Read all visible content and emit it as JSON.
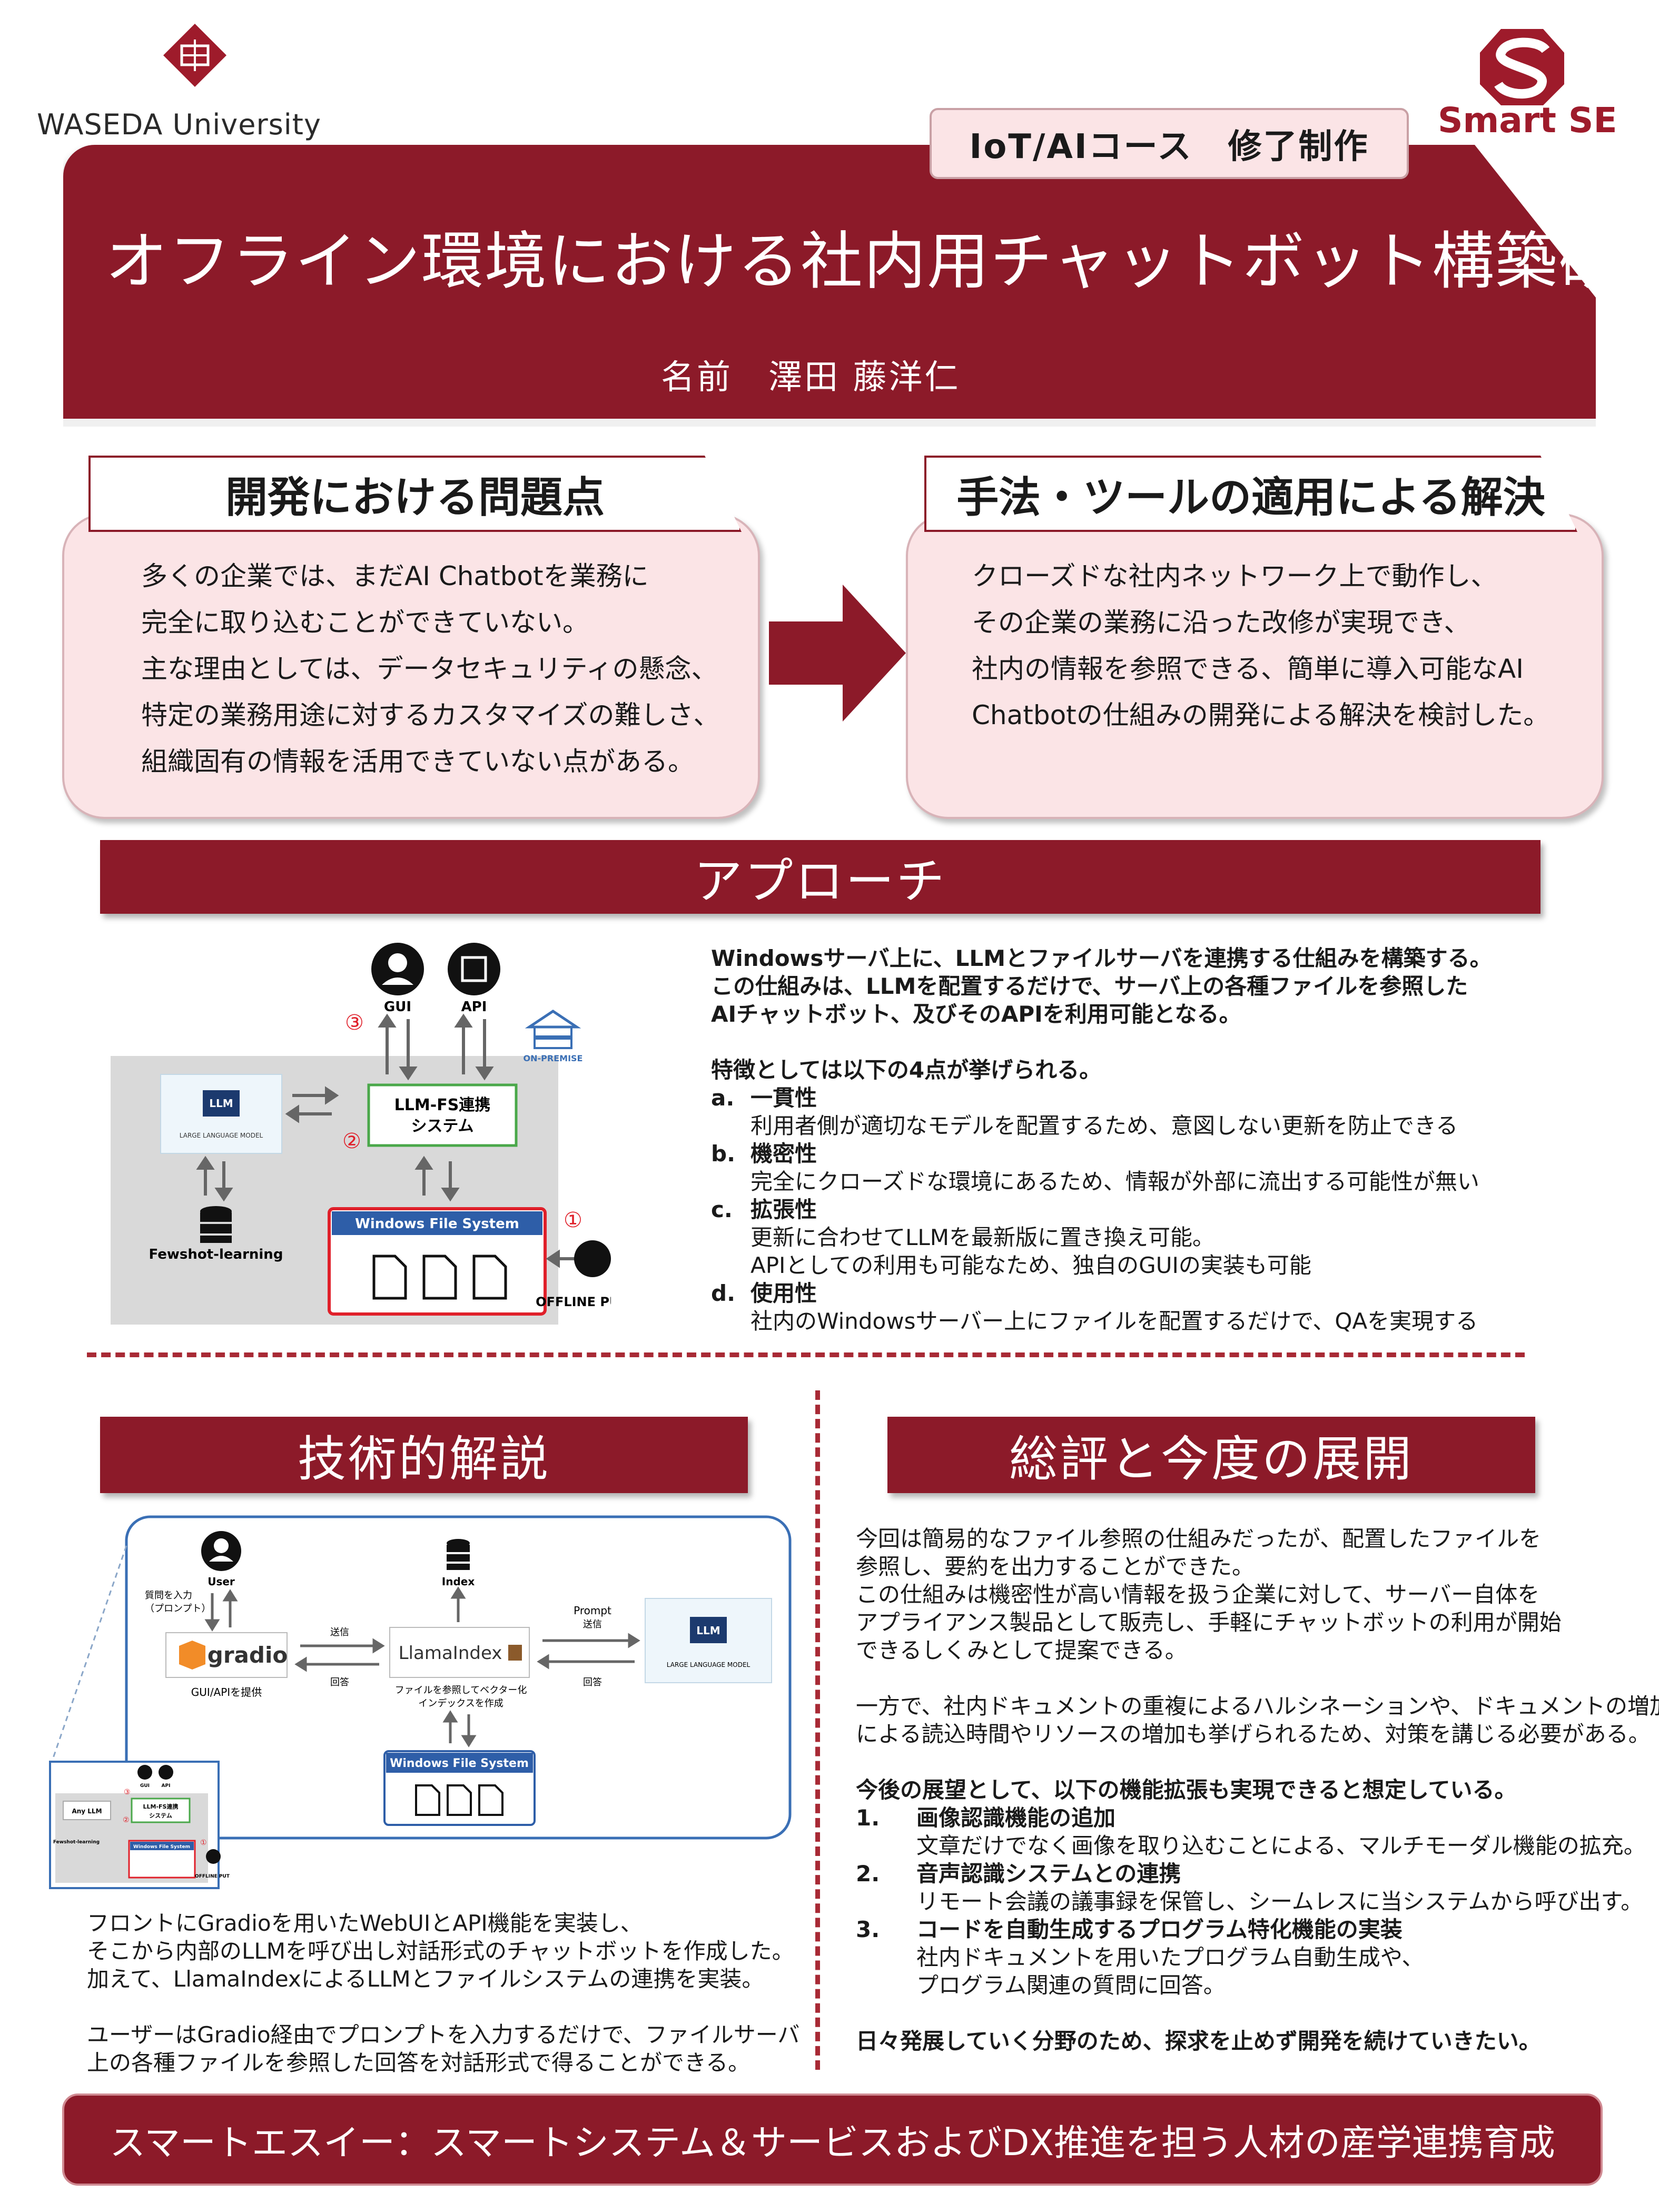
{
  "header": {
    "university_name": "WASEDA University",
    "brand_name": "Smart SE",
    "course_tag": "IoT/AIコース　修了制作",
    "title": "オフライン環境における社内用チャットボット構築研究",
    "author": "名前　澤田 藤洋仁"
  },
  "problem": {
    "heading": "開発における問題点",
    "lines": [
      "多くの企業では、まだAI Chatbotを業務に",
      "完全に取り込むことができていない。",
      "主な理由としては、データセキュリティの懸念、",
      "特定の業務用途に対するカスタマイズの難しさ、",
      "組織固有の情報を活用できていない点がある。"
    ]
  },
  "solution": {
    "heading": "手法・ツールの適用による解決",
    "lines": [
      "クローズドな社内ネットワーク上で動作し、",
      "その企業の業務に沿った改修が実現でき、",
      "社内の情報を参照できる、簡単に導入可能なAI",
      "Chatbotの仕組みの開発による解決を検討した。"
    ]
  },
  "approach": {
    "heading": "アプローチ",
    "diagram": {
      "gui": "GUI",
      "api": "API",
      "on_premise": "ON-PREMISE",
      "llm": "LLM",
      "llm_sub": "LARGE LANGUAGE MODEL",
      "llmfs_line1": "LLM-FS連携",
      "llmfs_line2": "システム",
      "fewshot": "Fewshot-learning",
      "wfs": "Windows File System",
      "offline_put": "OFFLINE PUT",
      "marker1": "①",
      "marker2": "②",
      "marker3": "③"
    },
    "intro": [
      "Windowsサーバ上に、LLMとファイルサーバを連携する仕組みを構築する。",
      "この仕組みは、LLMを配置するだけで、サーバ上の各種ファイルを参照した",
      "AIチャットボット、及びそのAPIを利用可能となる。"
    ],
    "features_intro": "特徴としては以下の4点が挙げられる。",
    "features": [
      {
        "mark": "a.",
        "title": "一貫性",
        "desc": [
          "利用者側が適切なモデルを配置するため、意図しない更新を防止できる"
        ]
      },
      {
        "mark": "b.",
        "title": "機密性",
        "desc": [
          "完全にクローズドな環境にあるため、情報が外部に流出する可能性が無い"
        ]
      },
      {
        "mark": "c.",
        "title": "拡張性",
        "desc": [
          "更新に合わせてLLMを最新版に置き換え可能。",
          "APIとしての利用も可能なため、独自のGUIの実装も可能"
        ]
      },
      {
        "mark": "d.",
        "title": "使用性",
        "desc": [
          "社内のWindowsサーバー上にファイルを配置するだけで、QAを実現する"
        ]
      }
    ]
  },
  "tech": {
    "heading": "技術的解説",
    "diagram": {
      "user": "User",
      "input_label_1": "質問を入力",
      "input_label_2": "（プロンプト）",
      "index": "Index",
      "gradio": "gradio",
      "gradio_sub": "GUI/APIを提供",
      "send": "送信",
      "answer": "回答",
      "llamaindex": "LlamaIndex",
      "llamaindex_sub_1": "ファイルを参照してベクター化",
      "llamaindex_sub_2": "インデックスを作成",
      "prompt": "Prompt",
      "send2": "送信",
      "answer2": "回答",
      "llm": "LLM",
      "llm_sub": "LARGE LANGUAGE MODEL",
      "wfs": "Windows File System",
      "mini_any_llm": "Any LLM",
      "mini_llmfs_1": "LLM-FS連携",
      "mini_llmfs_2": "システム",
      "mini_fewshot": "Fewshot-learning",
      "mini_wfs": "Windows File System",
      "mini_offline": "OFFLINE PUT",
      "mini_gui": "GUI",
      "mini_api": "API",
      "mini_m1": "①",
      "mini_m2": "②",
      "mini_m3": "③"
    },
    "paragraph1": [
      "フロントにGradioを用いたWebUIとAPI機能を実装し、",
      "そこから内部のLLMを呼び出し対話形式のチャットボットを作成した。",
      "加えて、LlamaIndexによるLLMとファイルシステムの連携を実装。"
    ],
    "paragraph2": [
      "ユーザーはGradio経由でプロンプトを入力するだけで、ファイルサーバ",
      "上の各種ファイルを参照した回答を対話形式で得ることができる。"
    ]
  },
  "summary": {
    "heading": "総評と今度の展開",
    "paragraph1": [
      "今回は簡易的なファイル参照の仕組みだったが、配置したファイルを",
      "参照し、要約を出力することができた。",
      "この仕組みは機密性が高い情報を扱う企業に対して、サーバー自体を",
      "アプライアンス製品として販売し、手軽にチャットボットの利用が開始",
      "できるしくみとして提案できる。"
    ],
    "paragraph2": [
      "一方で、社内ドキュメントの重複によるハルシネーションや、ドキュメントの増加",
      "による読込時間やリソースの増加も挙げられるため、対策を講じる必要がある。"
    ],
    "future_intro": "今後の展望として、以下の機能拡張も実現できると想定している。",
    "future": [
      {
        "mark": "1.",
        "title": "画像認識機能の追加",
        "desc": [
          "文章だけでなく画像を取り込むことによる、マルチモーダル機能の拡充。"
        ]
      },
      {
        "mark": "2.",
        "title": "音声認識システムとの連携",
        "desc": [
          "リモート会議の議事録を保管し、シームレスに当システムから呼び出す。"
        ]
      },
      {
        "mark": "3.",
        "title": "コードを自動生成するプログラム特化機能の実装",
        "desc": [
          "社内ドキュメントを用いたプログラム自動生成や、",
          "プログラム関連の質問に回答。"
        ]
      }
    ],
    "closing": "日々発展していく分野のため、探求を止めず開発を続けていきたい。"
  },
  "footer": {
    "text": "スマートエスイー：スマートシステム＆サービスおよびDX推進を担う人材の産学連携育成"
  },
  "colors": {
    "maroon": "#8c1a29",
    "pink": "#fbe4e6",
    "red_accent": "#e0202a",
    "blue": "#2e5ea8"
  }
}
